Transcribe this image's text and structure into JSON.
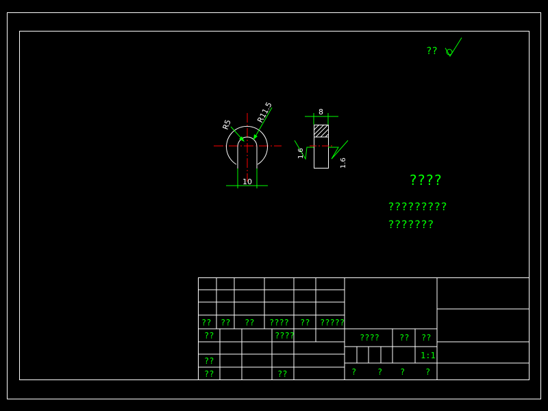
{
  "colors": {
    "background": "#000000",
    "frame": "#ffffff",
    "text": "#00ff00",
    "centerline": "#ff0000",
    "dimension": "#00ff00",
    "outline": "#ffffff"
  },
  "roughness": {
    "label": "??"
  },
  "front_view": {
    "dim_r5": "R5",
    "dim_r11_5": "R11.5",
    "dim_width": "10"
  },
  "side_view": {
    "dim_thickness": "8",
    "rough_left": "1.6",
    "rough_right": "1.6"
  },
  "notes": {
    "title": "????",
    "line1": "?????????",
    "line2": "???????"
  },
  "title_block": {
    "row_headers": [
      "??",
      "??",
      "??",
      "????",
      "??",
      "?????"
    ],
    "label_a": "??",
    "label_b": "????",
    "label_c": "??",
    "label_d": "??",
    "label_e": "??",
    "stage_label": "????",
    "weight_label": "??",
    "scale_label": "??",
    "scale_value": "1:1",
    "sheet_labels": [
      "?",
      "?",
      "?",
      "?"
    ]
  }
}
